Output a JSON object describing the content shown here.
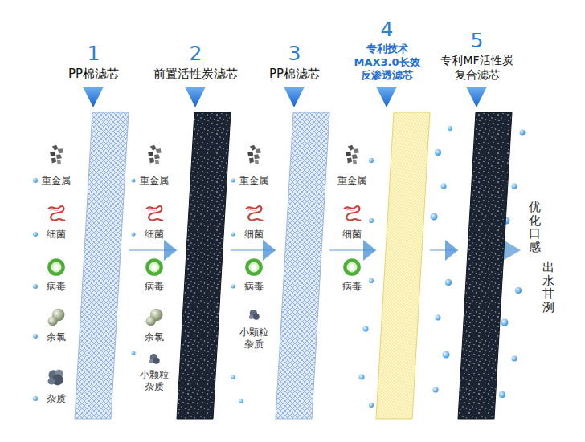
{
  "diagram": {
    "nodes": [
      {
        "text": [
          "1",
          "PP棉滤芯"
        ]
      },
      {
        "text": [
          "2",
          "前置活性炭滤芯"
        ]
      },
      {
        "text": [
          "3",
          "PP棉滤芯"
        ]
      },
      {
        "text": [
          "4",
          "专利技术 MAX3.0长效 反渗透滤芯"
        ]
      },
      {
        "text": [
          "5",
          "专利MF活性炭 复合滤芯"
        ]
      }
    ],
    "edges": [
      {
        "from": 0,
        "to": 1,
        "arrow": "to"
      },
      {
        "from": 1,
        "to": 2,
        "arrow": "to"
      },
      {
        "from": 2,
        "to": 3,
        "arrow": "to"
      },
      {
        "from": 3,
        "to": 4,
        "arrow": "to"
      }
    ],
    "labels": [
      "重金属",
      "细菌",
      "病毒",
      "余氯",
      "杂质",
      "重金属",
      "细菌",
      "病毒",
      "余氯",
      "小颗粒杂质",
      "重金属",
      "细菌",
      "病毒",
      "小颗粒杂质",
      "重金属",
      "细菌",
      "病毒",
      "优化口感",
      "出水甘洌"
    ]
  }
}
